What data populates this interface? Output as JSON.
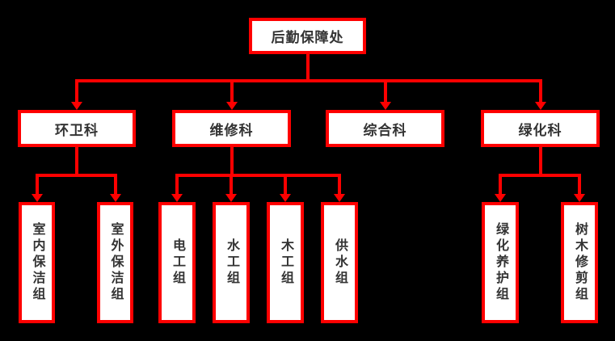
{
  "chart_meta": {
    "type": "org-chart",
    "background_color": "#000000",
    "accent_color": "#fe0000",
    "node_fill_color": "#ffffff",
    "text_color": "#333333"
  },
  "org": {
    "root": {
      "label": "后勤保障处"
    },
    "departments": [
      {
        "label": "环卫科",
        "children": [
          "室内保洁组",
          "室外保洁组"
        ]
      },
      {
        "label": "维修科",
        "children": [
          "电工组",
          "水工组",
          "木工组",
          "供水组"
        ]
      },
      {
        "label": "综合科",
        "children": []
      },
      {
        "label": "绿化科",
        "children": [
          "绿化养护组",
          "树木修剪组"
        ]
      }
    ]
  }
}
